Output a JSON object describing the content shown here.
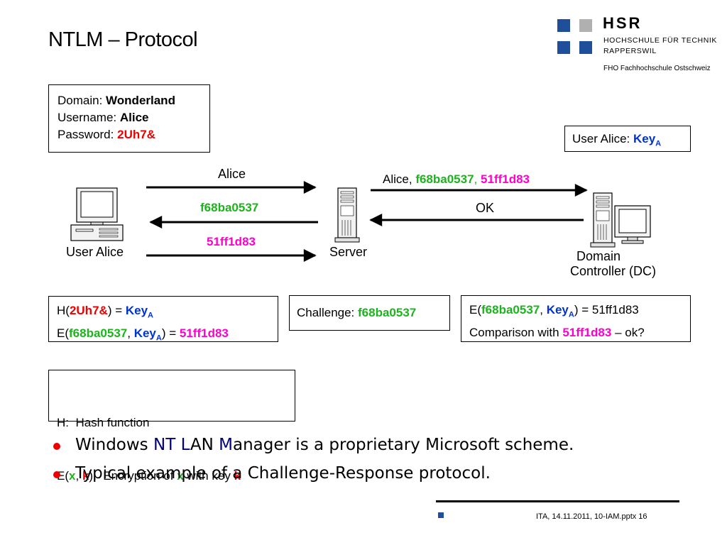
{
  "slide": {
    "title": "NTLM – Protocol",
    "logo": {
      "name": "HSR",
      "line1": "HOCHSCHULE FÜR TECHNIK",
      "line2": "RAPPERSWIL",
      "line3": "FHO Fachhochschule Ostschweiz"
    },
    "footer": "ITA, 14.11.2011, 10-IAM.pptx 16"
  },
  "credentials": {
    "domain_label": "Domain:",
    "domain_value": "Wonderland",
    "username_label": "Username:",
    "username_value": "Alice",
    "password_label": "Password:",
    "password_value": "2Uh7&"
  },
  "dc_key": {
    "label": "User Alice:",
    "key": "Key",
    "key_sub": "A"
  },
  "nodes": {
    "client_label": "User Alice",
    "server_label": "Server",
    "dc_label_line1": "Domain",
    "dc_label_line2": "Controller (DC)"
  },
  "messages": {
    "client_to_server": "Alice",
    "challenge": "f68ba0537",
    "response": "51ff1d83",
    "server_to_dc_user": "Alice,",
    "server_to_dc_challenge": "f68ba0537",
    "server_to_dc_sep": ",",
    "server_to_dc_response": "51ff1d83",
    "dc_to_server": "OK"
  },
  "client_calc": {
    "l1_a": "H(",
    "l1_pw": "2Uh7&",
    "l1_b": ") =",
    "l1_key": "Key",
    "l1_key_sub": "A",
    "l2_a": "E(",
    "l2_ch": "f68ba0537",
    "l2_b": ",",
    "l2_key": "Key",
    "l2_key_sub": "A",
    "l2_c": ") =",
    "l2_res": "51ff1d83"
  },
  "server_calc": {
    "label": "Challenge:",
    "value": "f68ba0537"
  },
  "dc_calc": {
    "l1_a": "E(",
    "l1_ch": "f68ba0537",
    "l1_b": ",",
    "l1_key": "Key",
    "l1_key_sub": "A",
    "l1_c": ") = 51ff1d83",
    "l2_a": "Comparison with",
    "l2_res": "51ff1d83",
    "l2_b": "– ok?"
  },
  "legend": {
    "l1": "H:  Hash function",
    "l2_a": "E(",
    "l2_x": "x",
    "l2_b": ",",
    "l2_k": "k",
    "l2_c": "):  Encryption of",
    "l2_x2": "x",
    "l2_d": "with key",
    "l2_k2": "k"
  },
  "bullets": {
    "b1_a": "Windows ",
    "b1_nt": "NT",
    "b1_sp": " ",
    "b1_l": "L",
    "b1_an": "AN ",
    "b1_m": "M",
    "b1_rest": "anager is a proprietary Microsoft scheme.",
    "b2": "Typical example of a Challenge-Response protocol."
  },
  "colors": {
    "challenge": "#1db31d",
    "response": "#ff00cc",
    "password": "#ee0000",
    "key": "#0033cc",
    "acronym": "#000080",
    "logo_blue": "#1f4e9b",
    "logo_gray": "#b0b0b0"
  }
}
